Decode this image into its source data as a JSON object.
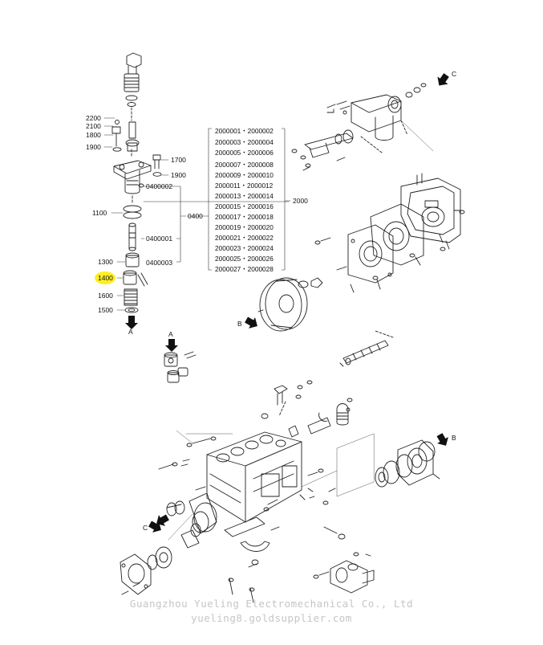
{
  "callouts": {
    "c2200": "2200",
    "c2100": "2100",
    "c1800": "1800",
    "c1900a": "1900",
    "c1700": "1700",
    "c1900b": "1900",
    "c0400002": "0400002",
    "c1100": "1100",
    "c0400": "0400",
    "c0400001": "0400001",
    "c1300": "1300",
    "c0400003": "0400003",
    "c1400": "1400",
    "c1600": "1600",
    "c1500": "1500",
    "c2000": "2000"
  },
  "arrows": {
    "a_top": "A",
    "a_mid": "A",
    "c_top": "C",
    "c_bottom": "C",
    "b_left": "B",
    "b_right": "B"
  },
  "code_list": [
    "2000001・2000002",
    "2000003・2000004",
    "2000005・2000006",
    "2000007・2000008",
    "2000009・2000010",
    "2000011・2000012",
    "2000013・2000014",
    "2000015・2000016",
    "2000017・2000018",
    "2000019・2000020",
    "2000021・2000022",
    "2000023・2000024",
    "2000025・2000026",
    "2000027・2000028"
  ],
  "highlight_color": "#ffee22",
  "watermark": {
    "line1": "Guangzhou Yueling Electromechanical Co., Ltd",
    "line2": "yueling8.goldsupplier.com"
  }
}
